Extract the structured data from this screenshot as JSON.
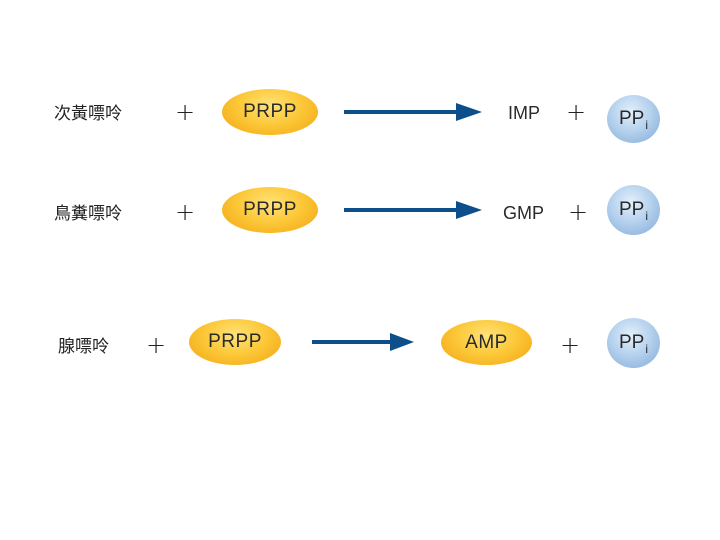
{
  "rows": [
    {
      "substrate": "次黃嘌呤",
      "plus1": "+",
      "reagent": "PRPP",
      "product": "IMP",
      "plus2": "+",
      "byproduct_main": "PP",
      "byproduct_sub": "i"
    },
    {
      "substrate": "鳥糞嘌呤",
      "plus1": "+",
      "reagent": "PRPP",
      "product": "GMP",
      "plus2": "+",
      "byproduct_main": "PP",
      "byproduct_sub": "i"
    },
    {
      "substrate": "腺嘌呤",
      "plus1": "+",
      "reagent": "PRPP",
      "product": "AMP",
      "plus2": "+",
      "byproduct_main": "PP",
      "byproduct_sub": "i"
    }
  ],
  "colors": {
    "arrow": "#0d4f8a",
    "reagent_oval": "#fcc93a",
    "product_oval": "#fcc93a",
    "byproduct_circle": "#b6d2ee"
  }
}
